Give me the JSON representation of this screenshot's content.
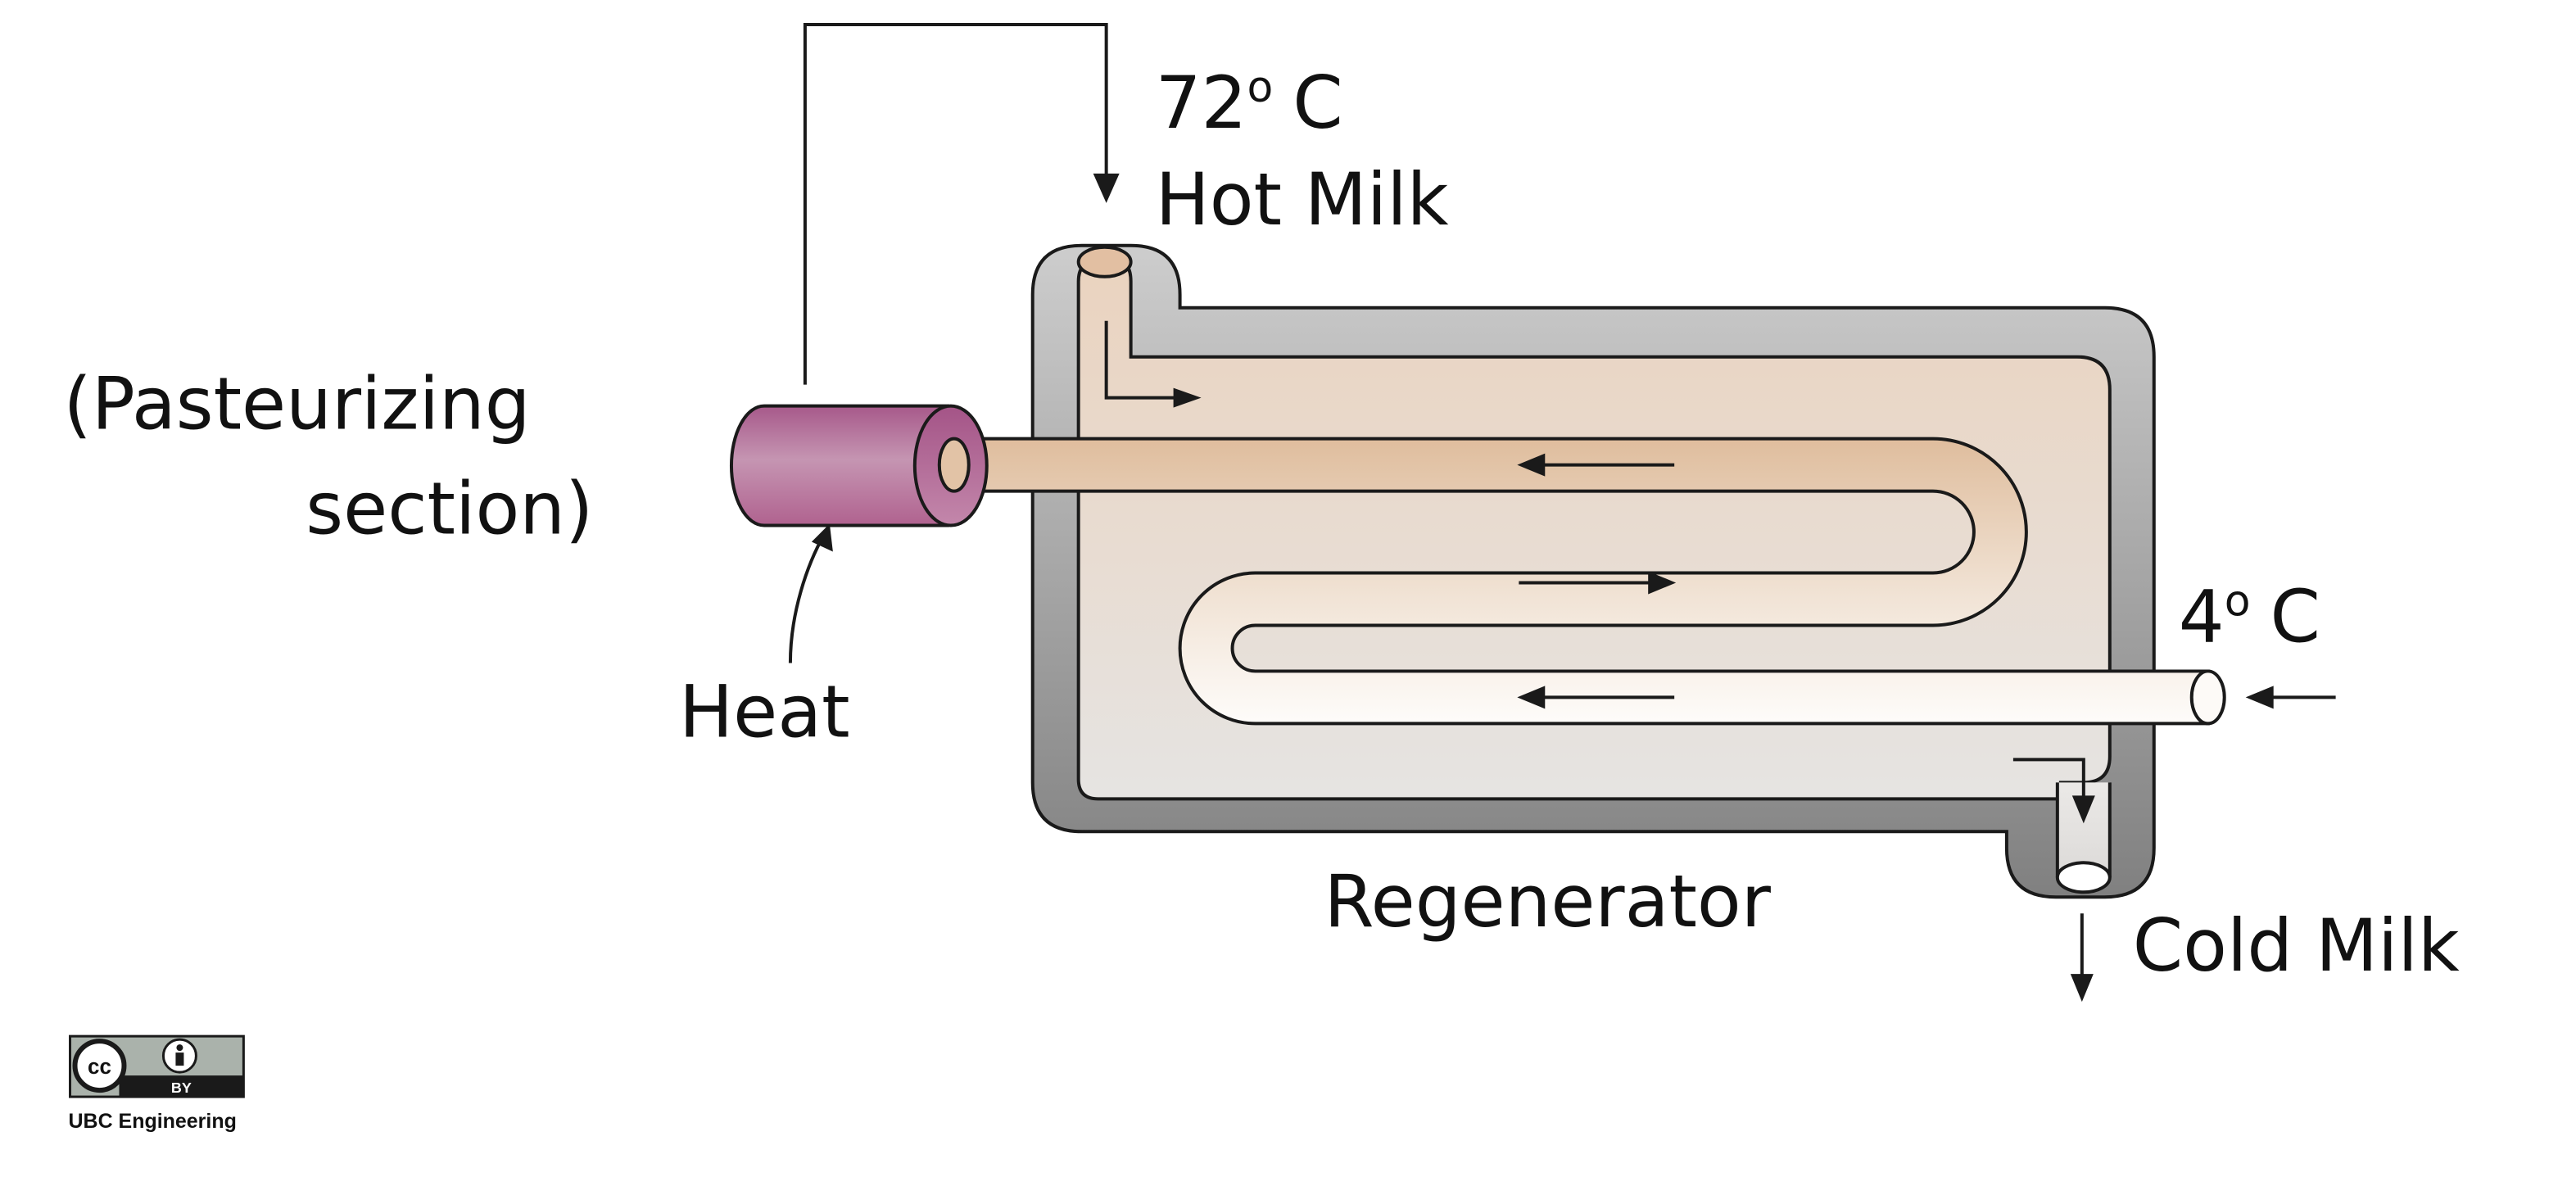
{
  "labels": {
    "temp_hot": "72",
    "temp_hot_degree": "o",
    "temp_hot_unit": "C",
    "hot_milk": "Hot Milk",
    "section_line1": "(Pasteurizing",
    "section_line2": "section)",
    "heat": "Heat",
    "temp_cold": "4",
    "temp_cold_degree": "o",
    "temp_cold_unit": "C",
    "regenerator": "Regenerator",
    "cold_milk": "Cold Milk"
  },
  "license": {
    "cc_text": "cc",
    "by_text": "BY",
    "credit": "UBC Engineering"
  },
  "colors": {
    "heater": "#b8689a",
    "milk_hot": "#e6c7aa",
    "milk_cold": "#fbf6f1",
    "shell_light": "#c8c8c8",
    "shell_dark": "#858585",
    "outline": "#1a1a1a"
  }
}
